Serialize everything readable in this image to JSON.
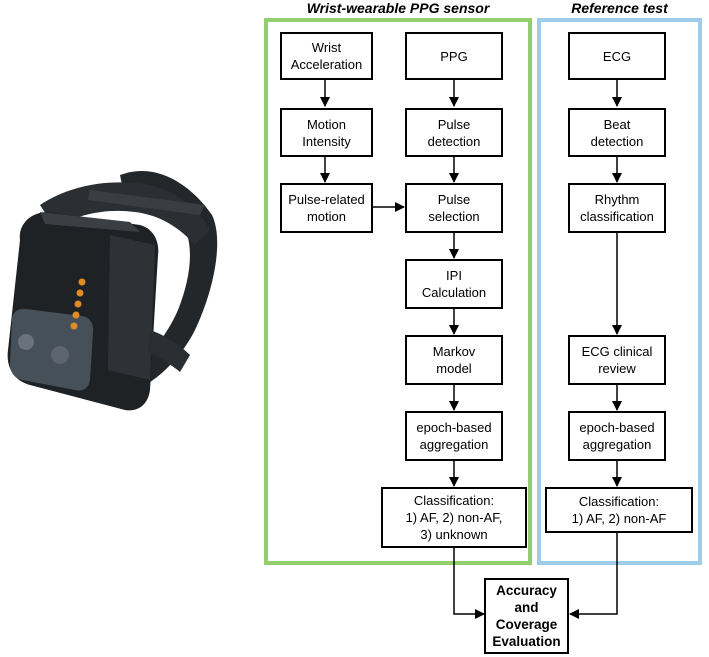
{
  "panels": {
    "ppg_title": "Wrist-wearable PPG sensor",
    "ref_title": "Reference test"
  },
  "ppg_flow": {
    "wrist_acceleration": "Wrist\nAcceleration",
    "motion_intensity": "Motion\nIntensity",
    "pulse_related_motion": "Pulse-related\nmotion",
    "ppg": "PPG",
    "pulse_detection": "Pulse\ndetection",
    "pulse_selection": "Pulse\nselection",
    "ipi_calculation": "IPI\nCalculation",
    "markov_model": "Markov\nmodel",
    "epoch_aggregation": "epoch-based\naggregation",
    "classification": "Classification:\n1) AF, 2) non-AF,\n3) unknown"
  },
  "ref_flow": {
    "ecg": "ECG",
    "beat_detection": "Beat\ndetection",
    "rhythm_classification": "Rhythm\nclassification",
    "ecg_clinical_review": "ECG clinical\nreview",
    "epoch_aggregation": "epoch-based\naggregation",
    "classification": "Classification:\n1) AF, 2) non-AF"
  },
  "evaluation": "Accuracy\nand\nCoverage\nEvaluation",
  "colors": {
    "ppg_panel_border": "#93cf6f",
    "ref_panel_border": "#9dcde8",
    "device_body": "#1f2224",
    "led_orange": "#e08a28"
  },
  "icons": {
    "device": "wrist-wearable-ppg-device-photo"
  }
}
